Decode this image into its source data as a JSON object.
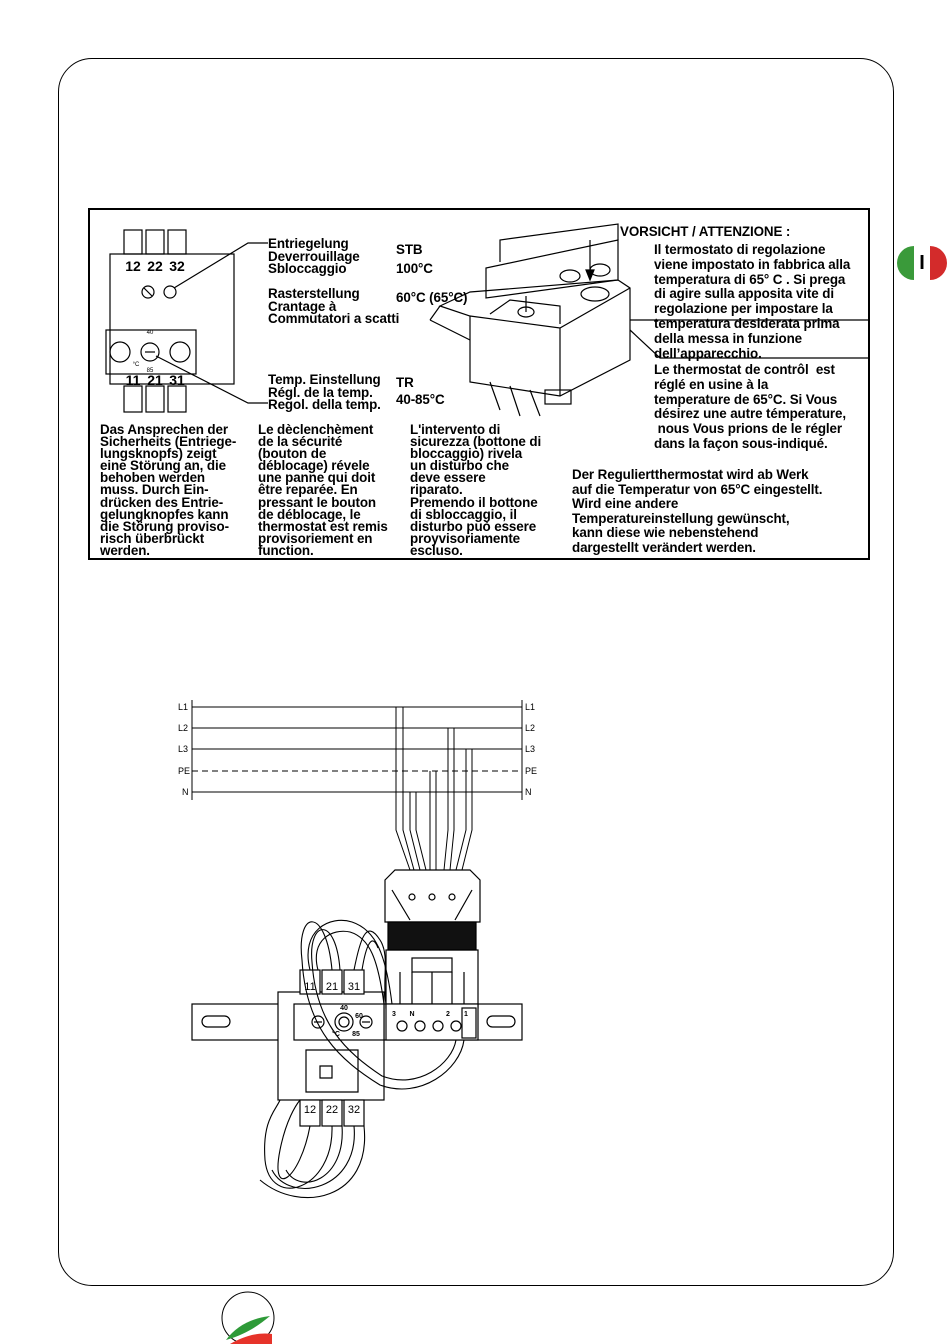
{
  "flag": {
    "lang": "I",
    "colors": [
      "#3a9a3a",
      "#ffffff",
      "#d32b2b"
    ]
  },
  "diagram1": {
    "terminals_top": [
      "12",
      "22",
      "32"
    ],
    "terminals_bottom": [
      "11",
      "21",
      "31"
    ],
    "dial_small": [
      "40",
      "°C",
      "85"
    ],
    "unlock_labels": "Entriegelung\nDeverrouillage\nSbloccaggio",
    "unlock_value": "STB\n100°C",
    "raster_labels": "Rasterstellung\nCrantage à\nCommutatori a scatti",
    "raster_value": "60°C (65°C)",
    "temp_labels": "Temp. Einstellung\nRégl. de la temp.\nRegol. della temp.",
    "temp_value": "TR\n40-85°C",
    "caution_title": "VORSICHT / ATTENZIONE :",
    "caution_it": "Il termostato di regolazione\nviene impostato in fabbrica alla\ntemperatura di 65° C . Si prega\ndi agire sulla apposita vite di\nregolazione per impostare la\ntemperatura desiderata prima\ndella messa in funzione\ndell’apparecchio.",
    "caution_fr": "Le thermostat de contrôl  est\nréglé en usine à la\ntemperature de 65°C. Si Vous\ndésirez une autre témperature,\n nous Vous prions de le régler\ndans la façon sous-indiqué.",
    "caution_de": "Der Reguliertthermostat wird ab Werk\nauf die Temperatur von 65°C eingestellt.\nWird eine andere\nTemperatureinstellung gewünscht,\nkann diese wie nebenstehend\ndargestellt verändert werden.",
    "para_de": "Das Ansprechen der\nSicherheits (Entriege-\nlungsknopfs) zeigt\neine Störung an, die\nbehoben werden\nmuss. Durch Ein-\ndrücken des Entrie-\ngelungknopfes kann\ndie Störung proviso-\nrisch überbrückt\nwerden.",
    "para_fr": "Le dèclenchèment\nde la sécurité\n(bouton de\ndéblocage) révele\nune panne qui doit\nêtre reparée. En\npressant le bouton\nde déblocage, le\nthermostat est remis\nprovisoriement en\nfunction.",
    "para_it": "L'intervento di\nsicurezza (bottone di\nbloccaggio) rivela\nun disturbo che\ndeve essere\nriparato.\nPremendo il bottone\ndi sbloccaggio, il\ndisturbo può essere\nproyvisoriamente\nescluso."
  },
  "wiring": {
    "lines": [
      "L1",
      "L2",
      "L3",
      "PE",
      "N"
    ],
    "terminals_top": [
      "11",
      "21",
      "31"
    ],
    "terminals_bottom": [
      "12",
      "22",
      "32"
    ],
    "block_labels": [
      "3",
      "N",
      "2",
      "1"
    ],
    "dial_labels": [
      "40",
      "60",
      "°C",
      "85"
    ]
  }
}
